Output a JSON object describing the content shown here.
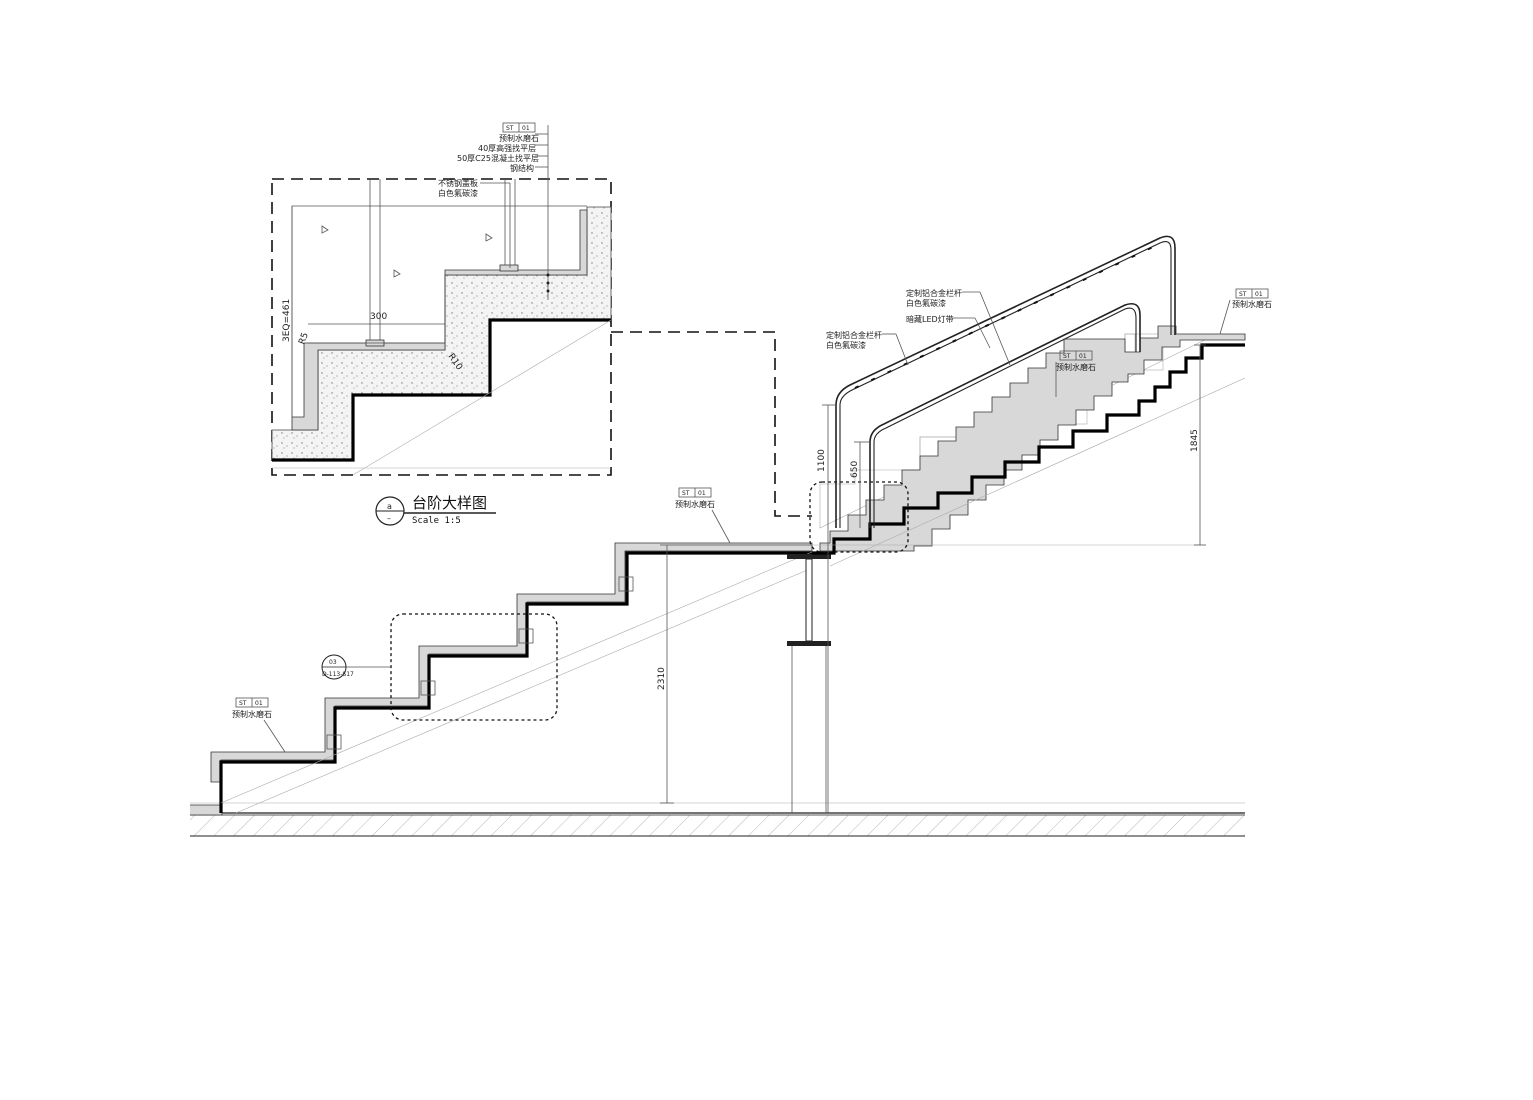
{
  "detail": {
    "title": "台阶大样图",
    "scale": "Scale 1:5",
    "bubble_top": "a",
    "bubble_bottom": "–",
    "layers": [
      "预制水磨石",
      "40厚高强找平层",
      "50厚C25混凝土找平层",
      "钢结构"
    ],
    "plate_label_1": "不锈钢盖板",
    "plate_label_2": "白色氟碳漆",
    "dim_height": "3EQ=461",
    "dim_tread": "300",
    "radius_1": "R5",
    "radius_2": "R10"
  },
  "material_tag": {
    "code": "ST",
    "num": "01",
    "name": "预制水磨石"
  },
  "callout": {
    "top": "03",
    "bottom": "D-113-S17"
  },
  "rail_labels": {
    "outer_1": "定制铝合金栏杆",
    "outer_2": "白色氟碳漆",
    "led": "暗藏LED灯带",
    "inner_1": "定制铝合金栏杆",
    "inner_2": "白色氟碳漆"
  },
  "dims": {
    "rail_height": "1100",
    "rail_low": "650",
    "upper_rise": "1845",
    "lower_rise": "2310"
  },
  "colors": {
    "line": "#222222",
    "finish": "#d8d8d8"
  }
}
